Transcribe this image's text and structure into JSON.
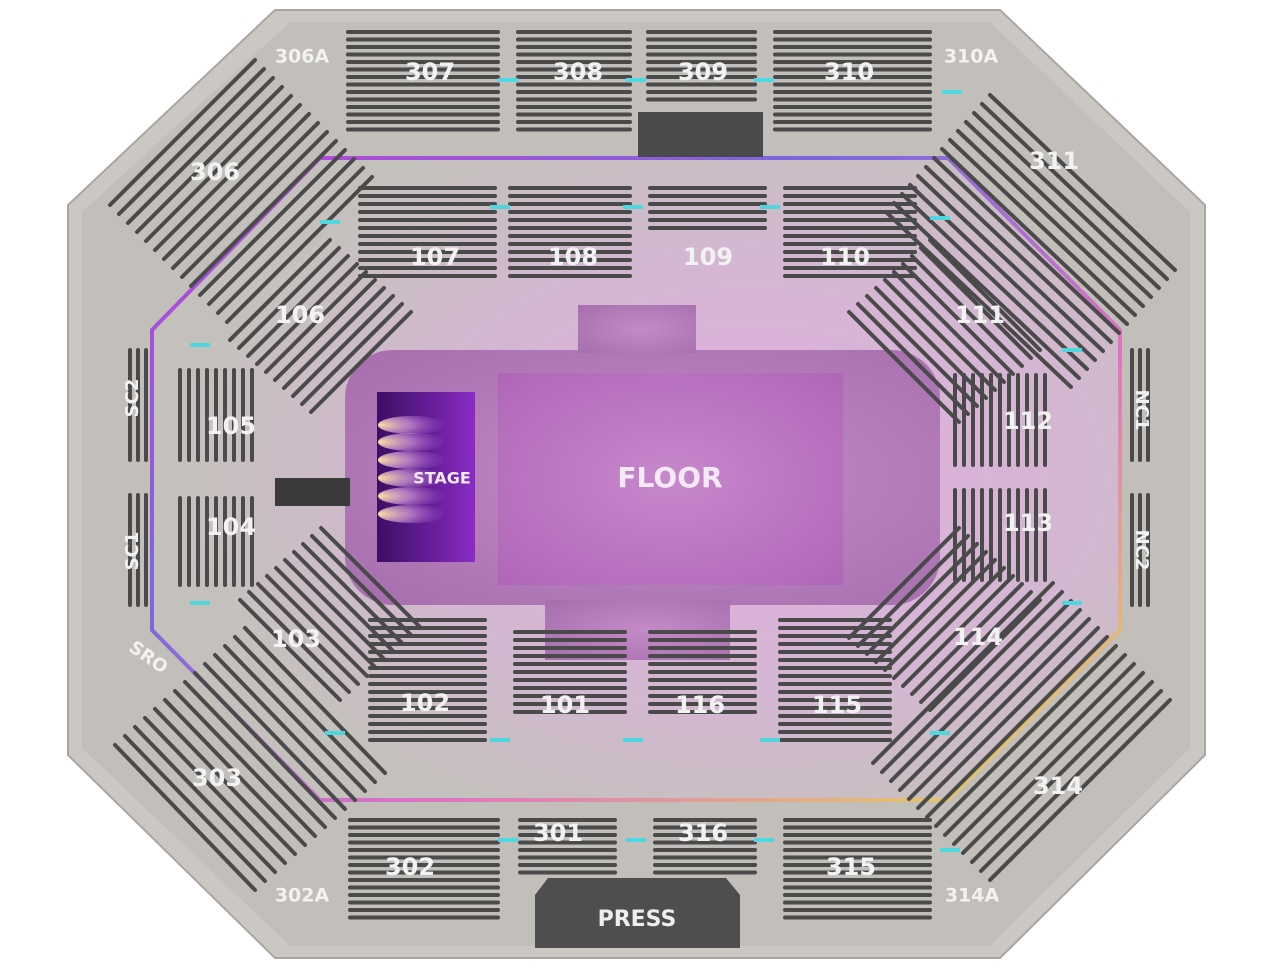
{
  "map": {
    "floor_label": "FLOOR",
    "stage_label": "STAGE",
    "press_label": "PRESS",
    "colors": {
      "concourse": "#c9c6c1",
      "upper_bowl": "#bcb9b4",
      "lower_tint": "#d7a6d8",
      "floor": "#b96bc0",
      "stage": "#5b1b8c",
      "seat_rows": "#4a4a4a",
      "neon_gradient": [
        "#c03bd8",
        "#6a5bd8",
        "#d86ab0",
        "#e0e04a"
      ],
      "vomitory_light": "#4fd7e0",
      "press_box": "#4d4d4d"
    },
    "sections_100": [
      {
        "id": "101",
        "label": "101"
      },
      {
        "id": "102",
        "label": "102"
      },
      {
        "id": "103",
        "label": "103"
      },
      {
        "id": "104",
        "label": "104"
      },
      {
        "id": "105",
        "label": "105"
      },
      {
        "id": "106",
        "label": "106"
      },
      {
        "id": "107",
        "label": "107"
      },
      {
        "id": "108",
        "label": "108"
      },
      {
        "id": "109",
        "label": "109"
      },
      {
        "id": "110",
        "label": "110"
      },
      {
        "id": "111",
        "label": "111"
      },
      {
        "id": "112",
        "label": "112"
      },
      {
        "id": "113",
        "label": "113"
      },
      {
        "id": "114",
        "label": "114"
      },
      {
        "id": "115",
        "label": "115"
      },
      {
        "id": "116",
        "label": "116"
      }
    ],
    "sections_300": [
      {
        "id": "301",
        "label": "301"
      },
      {
        "id": "302",
        "label": "302"
      },
      {
        "id": "302A",
        "label": "302A"
      },
      {
        "id": "303",
        "label": "303"
      },
      {
        "id": "306",
        "label": "306"
      },
      {
        "id": "306A",
        "label": "306A"
      },
      {
        "id": "307",
        "label": "307"
      },
      {
        "id": "308",
        "label": "308"
      },
      {
        "id": "309",
        "label": "309"
      },
      {
        "id": "310",
        "label": "310"
      },
      {
        "id": "310A",
        "label": "310A"
      },
      {
        "id": "311",
        "label": "311"
      },
      {
        "id": "314",
        "label": "314"
      },
      {
        "id": "314A",
        "label": "314A"
      },
      {
        "id": "315",
        "label": "315"
      },
      {
        "id": "316",
        "label": "316"
      }
    ],
    "side_sections": [
      {
        "id": "SC2",
        "label": "SC2"
      },
      {
        "id": "SC1",
        "label": "SC1"
      },
      {
        "id": "NC1",
        "label": "NC1"
      },
      {
        "id": "NC2",
        "label": "NC2"
      },
      {
        "id": "SRO",
        "label": "SRO"
      }
    ]
  }
}
